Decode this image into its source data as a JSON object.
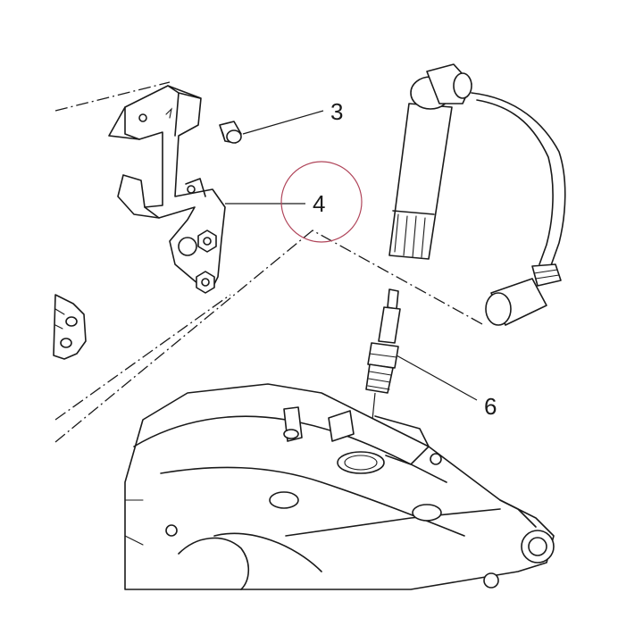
{
  "callouts": [
    {
      "id": "3",
      "label": "3"
    },
    {
      "id": "4",
      "label": "4"
    },
    {
      "id": "6",
      "label": "6"
    }
  ],
  "highlight_color": "#b0455a",
  "line_color": "#1a1a1a"
}
